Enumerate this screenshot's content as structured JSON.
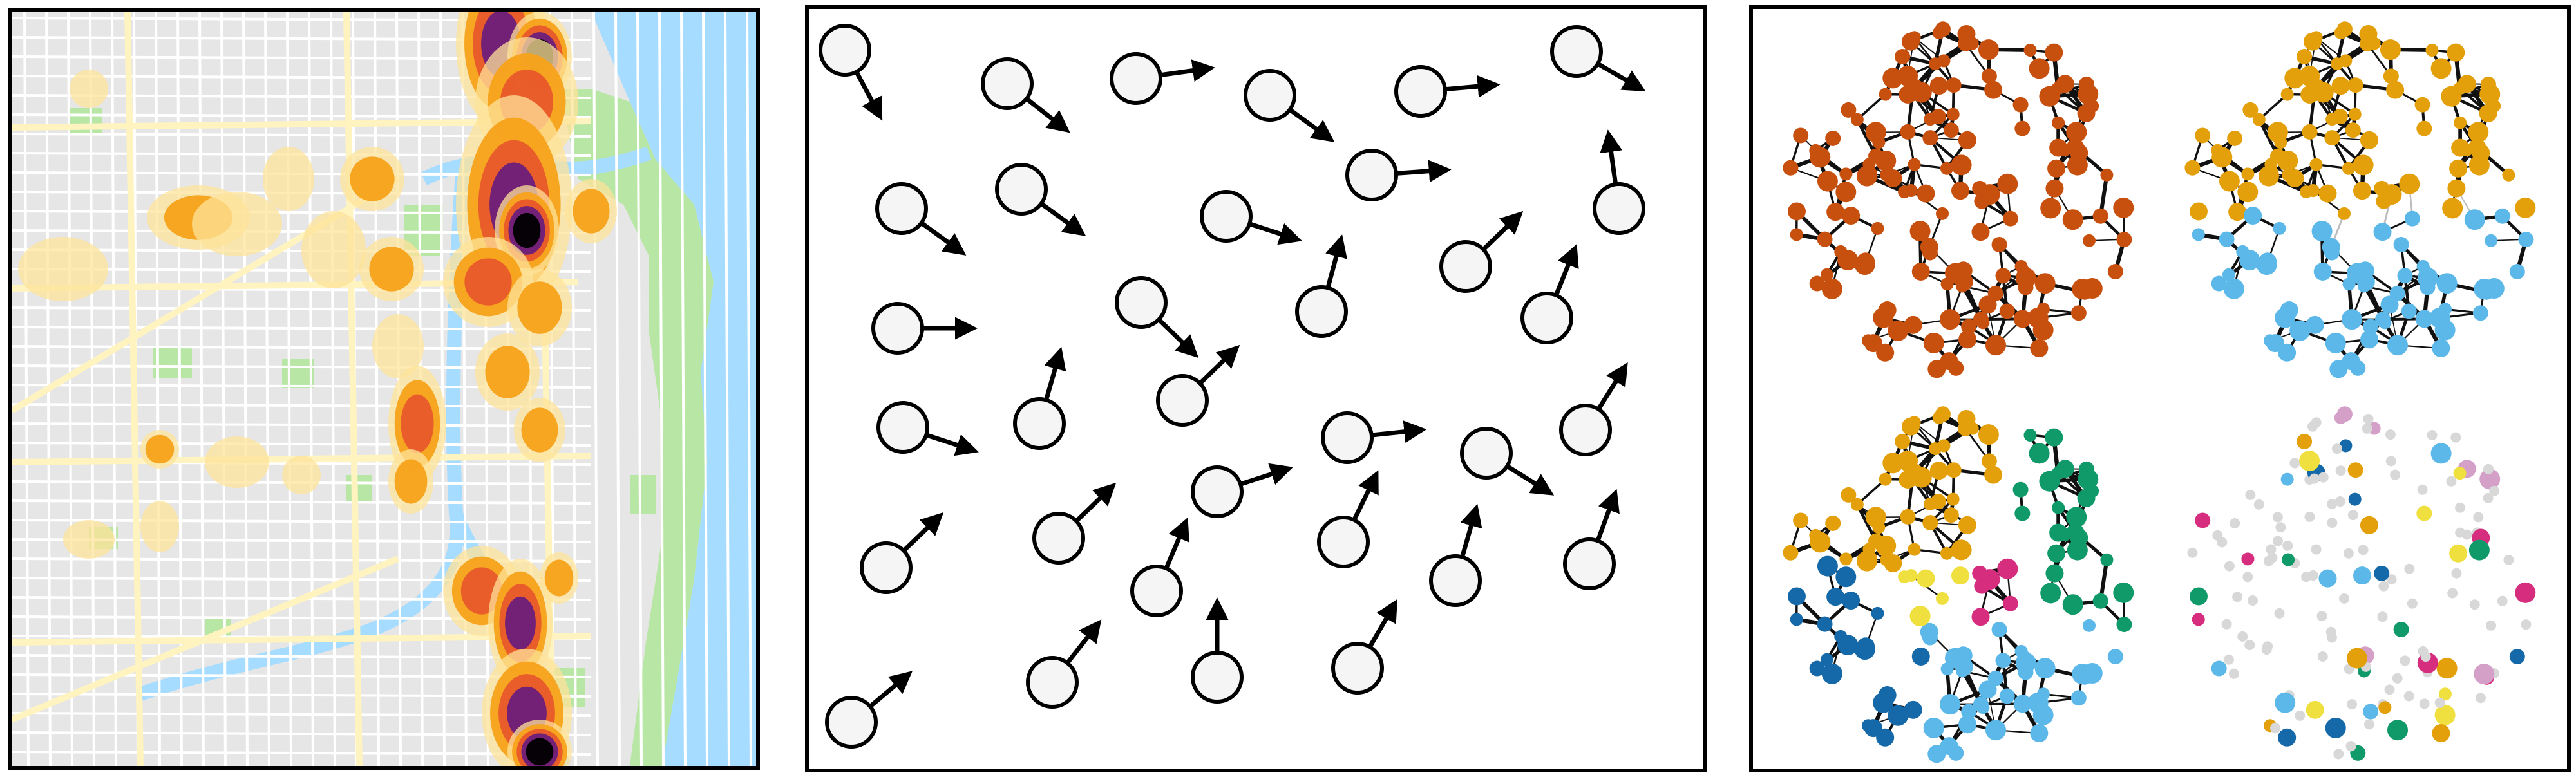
{
  "figure": {
    "panels": [
      {
        "id": "map",
        "kind": "heatmap-over-street-map"
      },
      {
        "id": "agents",
        "kind": "particles-with-velocity-arrows"
      },
      {
        "id": "networks",
        "kind": "community-networks"
      }
    ]
  },
  "colors": {
    "water": "#a6dcff",
    "land": "#e6e6e6",
    "park": "#b8e6a4",
    "road_minor": "#ffffff",
    "road_major": "#fff3bf",
    "heat_low": "#fde39a",
    "heat_mid": "#f7a21a",
    "heat_high": "#e8592b",
    "heat_top": "#6b1d7b",
    "heat_peak": "#000000",
    "agent_fill": "#f5f5f5",
    "agent_stroke": "#000000",
    "node_orange_red": "#c8500f",
    "node_gold": "#e3a00a",
    "node_skyblue": "#5cb8e8",
    "node_green": "#109a6a",
    "node_darkblue": "#1569a8",
    "node_yellow": "#efe040",
    "node_magenta": "#d62d7e",
    "node_pink": "#d4a0c8",
    "node_grey": "#d8d8d8"
  },
  "icons": {
    "agent": "circle-with-arrow",
    "node": "dot"
  }
}
